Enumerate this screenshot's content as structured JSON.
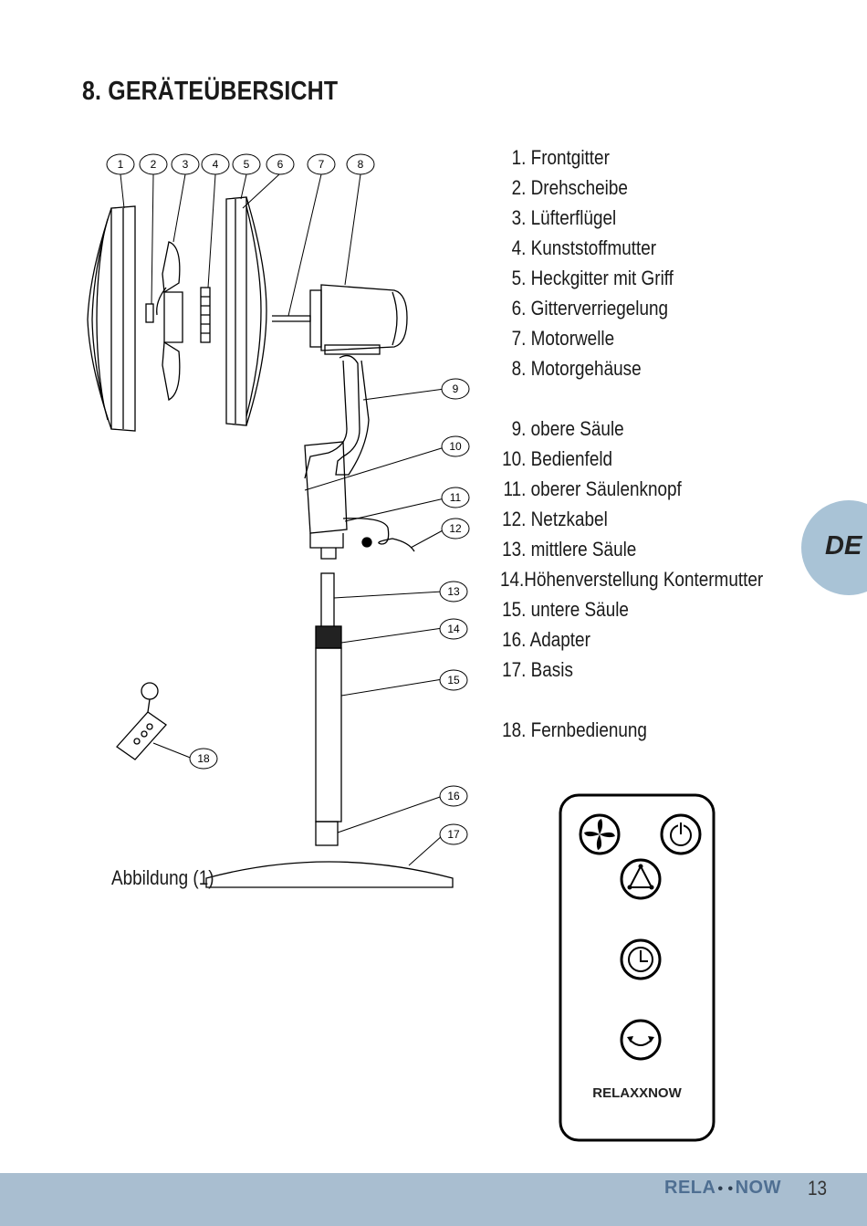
{
  "heading": {
    "title": "8. GERÄTEÜBERSICHT"
  },
  "parts": [
    {
      "num": "1.",
      "label": "Frontgitter"
    },
    {
      "num": "2.",
      "label": "Drehscheibe"
    },
    {
      "num": "3.",
      "label": "Lüfterflügel"
    },
    {
      "num": "4.",
      "label": "Kunststoffmutter"
    },
    {
      "num": "5.",
      "label": "Heckgitter mit Griff"
    },
    {
      "num": "6.",
      "label": "Gitterverriegelung"
    },
    {
      "num": "7.",
      "label": "Motorwelle"
    },
    {
      "num": "8.",
      "label": "Motorgehäuse"
    },
    {
      "num": "9.",
      "label": "obere Säule"
    },
    {
      "num": "10.",
      "label": "Bedienfeld"
    },
    {
      "num": "11.",
      "label": "oberer Säulenknopf"
    },
    {
      "num": "12.",
      "label": "Netzkabel"
    },
    {
      "num": "13.",
      "label": "mittlere Säule"
    },
    {
      "num": "14.",
      "label": "Höhenverstellung Kontermutter"
    },
    {
      "num": "15.",
      "label": "untere Säule"
    },
    {
      "num": "16.",
      "label": "Adapter"
    },
    {
      "num": "17.",
      "label": "Basis"
    },
    {
      "num": "18.",
      "label": "Fernbedienung"
    }
  ],
  "callouts": [
    "1",
    "2",
    "3",
    "4",
    "5",
    "6",
    "7",
    "8",
    "9",
    "10",
    "11",
    "12",
    "13",
    "14",
    "15",
    "16",
    "17",
    "18"
  ],
  "figure": {
    "caption": "Abbildung (1)"
  },
  "language_tab": {
    "label": "DE",
    "color": "#a9c3d6"
  },
  "remote": {
    "brand": "RELAXXNOW",
    "buttons": [
      "fan-icon",
      "power-icon",
      "triangle-icon",
      "timer-icon",
      "swing-icon"
    ]
  },
  "footer": {
    "brand_left": "RELA",
    "brand_dots": "• •",
    "brand_right": "NOW",
    "page_number": "13",
    "color": "#a9bed0"
  }
}
